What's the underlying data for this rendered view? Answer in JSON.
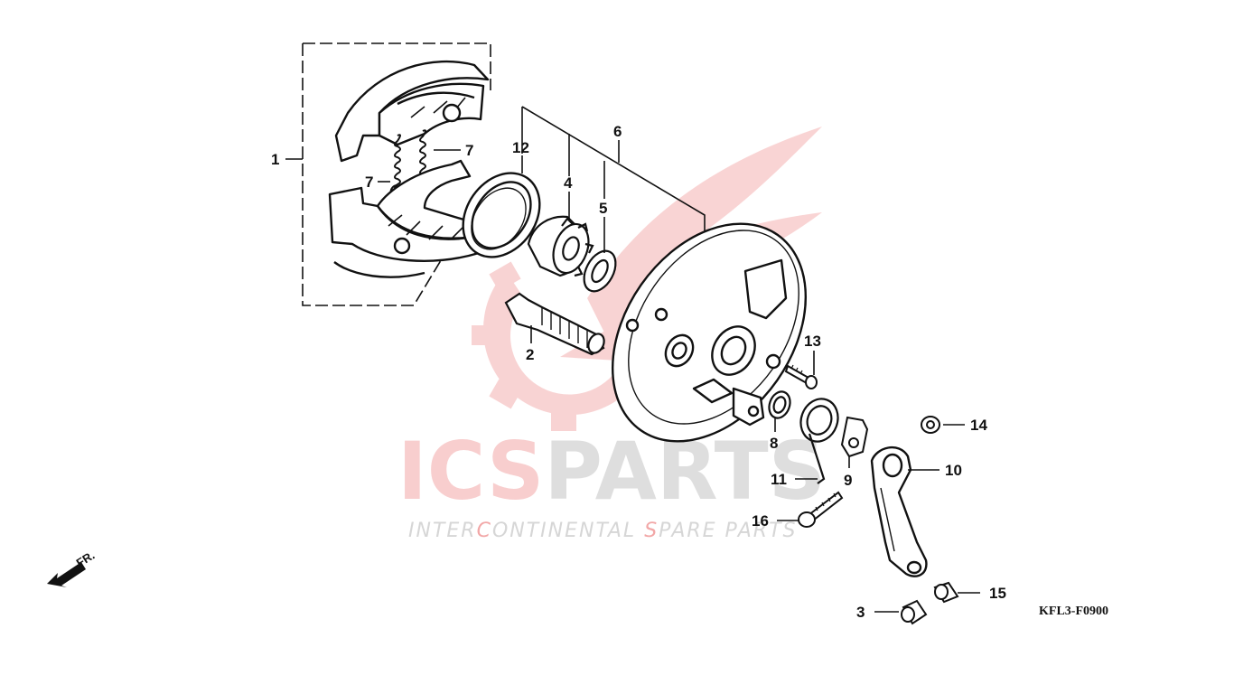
{
  "watermark": {
    "brand_red": "ICS",
    "brand_grey": "PARTS",
    "tagline_parts": [
      "INTER",
      "C",
      "ONTINENTAL ",
      "S",
      "PARE PARTS"
    ],
    "logo_icon": "gear-wing-icon",
    "red": "#e23b3b",
    "grey": "#c8c8c8"
  },
  "diagram_ref": "KFL3-F0900",
  "front_indicator": "FR.",
  "callouts": [
    "1",
    "2",
    "3",
    "4",
    "5",
    "6",
    "7",
    "7",
    "8",
    "9",
    "10",
    "11",
    "12",
    "13",
    "14",
    "15",
    "16"
  ]
}
